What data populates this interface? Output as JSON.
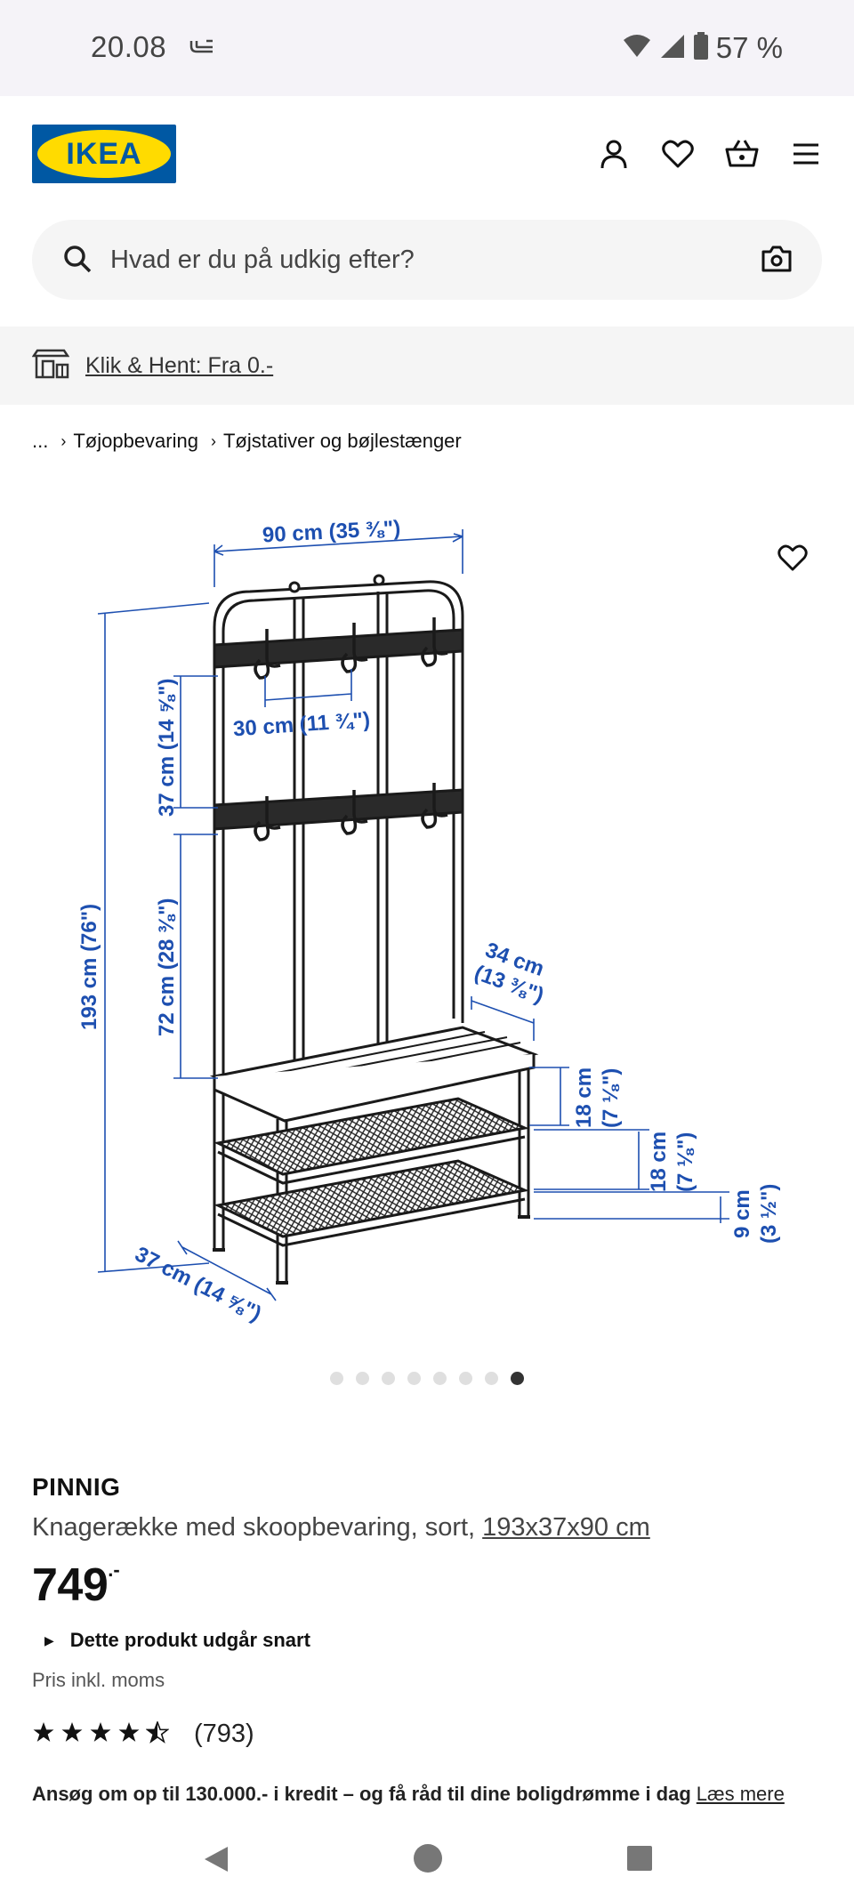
{
  "status_bar": {
    "time": "20.08",
    "vpn_icon": "vpn-key-icon",
    "battery": "57 %"
  },
  "header": {
    "logo_text": "IKEA",
    "icons": [
      "account-icon",
      "heart-icon",
      "basket-icon",
      "menu-icon"
    ]
  },
  "search": {
    "placeholder": "Hvad er du på udkig efter?"
  },
  "promo": {
    "text": "Klik & Hent: Fra 0.-"
  },
  "breadcrumb": {
    "ellipsis": "...",
    "items": [
      "Tøjopbevaring",
      "Tøjstativer og bøjlestænger"
    ]
  },
  "image": {
    "dimension_labels": {
      "width": "90 cm (35 ⅜\")",
      "hook_spacing": "30 cm (11 ¾\")",
      "upper_rail": "37 cm (14 ⅝\")",
      "total_height": "193 cm (76\")",
      "mid_height": "72 cm (28 ⅜\")",
      "bench_depth_cm": "34 cm",
      "bench_depth_in": "(13 ⅜\")",
      "shelf_gap_1_cm": "18 cm",
      "shelf_gap_1_in": "(7 ⅛\")",
      "shelf_gap_2_cm": "18 cm",
      "shelf_gap_2_in": "(7 ⅛\")",
      "bottom_gap_cm": "9 cm",
      "bottom_gap_in": "(3 ½\")",
      "depth": "37 cm (14 ⅝\")"
    },
    "total_images": 8,
    "active_image": 8
  },
  "product": {
    "name": "PINNIG",
    "description": "Knagerække med skoopbevaring, sort, ",
    "size": "193x37x90 cm",
    "price": "749",
    "price_suffix": ".-",
    "expiring_notice": "Dette produkt udgår snart",
    "vat_note": "Pris inkl. moms",
    "rating": 4.5,
    "review_count": "(793)"
  },
  "credit": {
    "text": "Ansøg om op til 130.000.- i kredit – og få råd til dine boligdrømme i dag",
    "link": "Læs mere"
  },
  "colors": {
    "ikea_blue": "#0058a3",
    "ikea_yellow": "#ffdb00",
    "dimension_blue": "#1d4fb0"
  }
}
